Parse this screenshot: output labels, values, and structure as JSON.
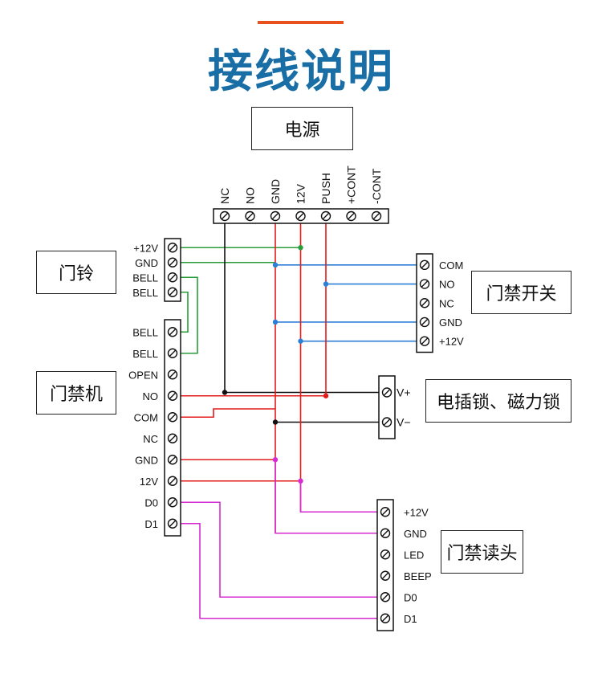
{
  "title": "接线说明",
  "colors": {
    "title": "#1a6ea6",
    "accent": "#e8501e",
    "green": "#2a9d3a",
    "blue": "#2d7fd6",
    "red": "#e51b1b",
    "black": "#111111",
    "magenta": "#d72bd2"
  },
  "power": {
    "label": "电源",
    "pins": [
      "NC",
      "NO",
      "GND",
      "12V",
      "PUSH",
      "+CONT",
      "-CONT"
    ]
  },
  "doorbell": {
    "label": "门铃",
    "pins": [
      "+12V",
      "GND",
      "BELL",
      "BELL"
    ]
  },
  "controller": {
    "label": "门禁机",
    "pins": [
      "BELL",
      "BELL",
      "OPEN",
      "NO",
      "COM",
      "NC",
      "GND",
      "12V",
      "D0",
      "D1"
    ]
  },
  "exit_switch": {
    "label": "门禁开关",
    "pins": [
      "COM",
      "NO",
      "NC",
      "GND",
      "+12V"
    ]
  },
  "lock": {
    "label": "电插锁、磁力锁",
    "pins": [
      "V+",
      "V−"
    ]
  },
  "reader": {
    "label": "门禁读头",
    "pins": [
      "+12V",
      "GND",
      "LED",
      "BEEP",
      "D0",
      "D1"
    ]
  }
}
